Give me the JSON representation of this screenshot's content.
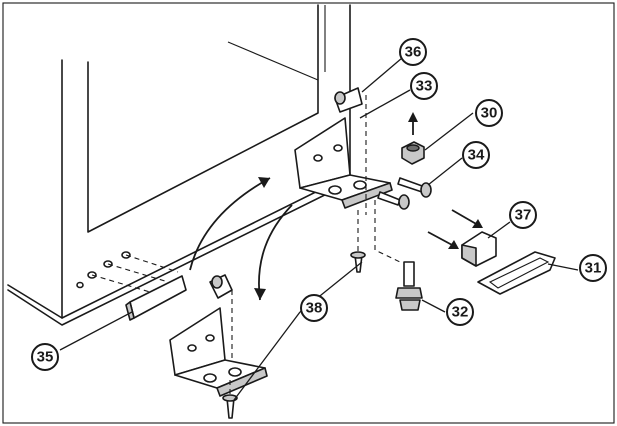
{
  "callouts": {
    "c30": "30",
    "c31": "31",
    "c32": "32",
    "c33": "33",
    "c34": "34",
    "c35": "35",
    "c36": "36",
    "c37": "37",
    "c38": "38"
  },
  "colors": {
    "line": "#1a1a1a",
    "grey_fill": "#c8c8c8",
    "background": "#ffffff"
  }
}
